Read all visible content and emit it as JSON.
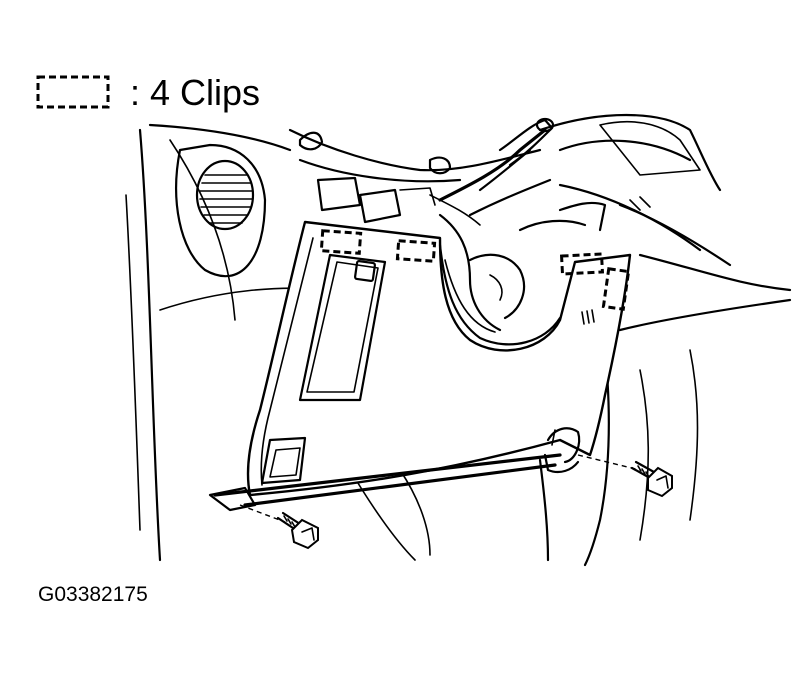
{
  "legend": {
    "label": ": 4 Clips",
    "symbol_icon": "dashed-rectangle-clip-symbol"
  },
  "figure": {
    "code": "G03382175"
  },
  "colors": {
    "line": "#000000",
    "background": "#ffffff"
  }
}
